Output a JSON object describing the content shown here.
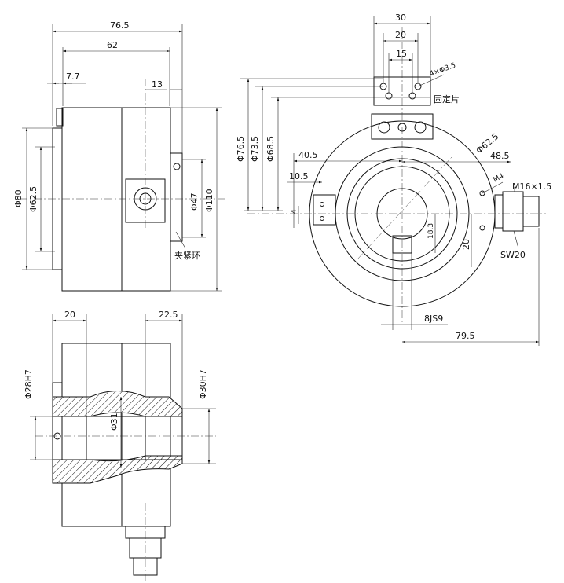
{
  "front_view": {
    "dim_overall_length": "76.5",
    "dim_body_length": "62",
    "dim_flange": "7.7",
    "dim_connector_offset": "13",
    "dim_dia_80": "Φ80",
    "dim_dia_62_5": "Φ62.5",
    "dim_dia_47": "Φ47",
    "dim_dia_110": "Φ110",
    "label_clamp_ring": "夹紧环"
  },
  "side_view": {
    "dim_width_30": "30",
    "dim_width_20": "20",
    "dim_width_15": "15",
    "dim_holes": "4×Φ3.5",
    "label_fixing_plate": "固定片",
    "dim_dia_76_5": "Φ76.5",
    "dim_dia_73_5": "Φ73.5",
    "dim_dia_68_5": "Φ68.5",
    "dim_40_5": "40.5",
    "dim_48_5": "48.5",
    "dim_10_5": "10.5",
    "dim_4": "4",
    "dim_dia_62_5": "Φ62.5",
    "dim_m4": "M4",
    "dim_m16": "M16×1.5",
    "dim_18_3": "18.3",
    "dim_20": "20",
    "dim_sw20": "SW20",
    "dim_keyway": "8JS9",
    "dim_79_5": "79.5"
  },
  "section_view": {
    "dim_20": "20",
    "dim_22_5": "22.5",
    "dim_dia_28h7": "Φ28H7",
    "dim_dia_31": "Φ31",
    "dim_dia_30h7": "Φ30H7"
  }
}
